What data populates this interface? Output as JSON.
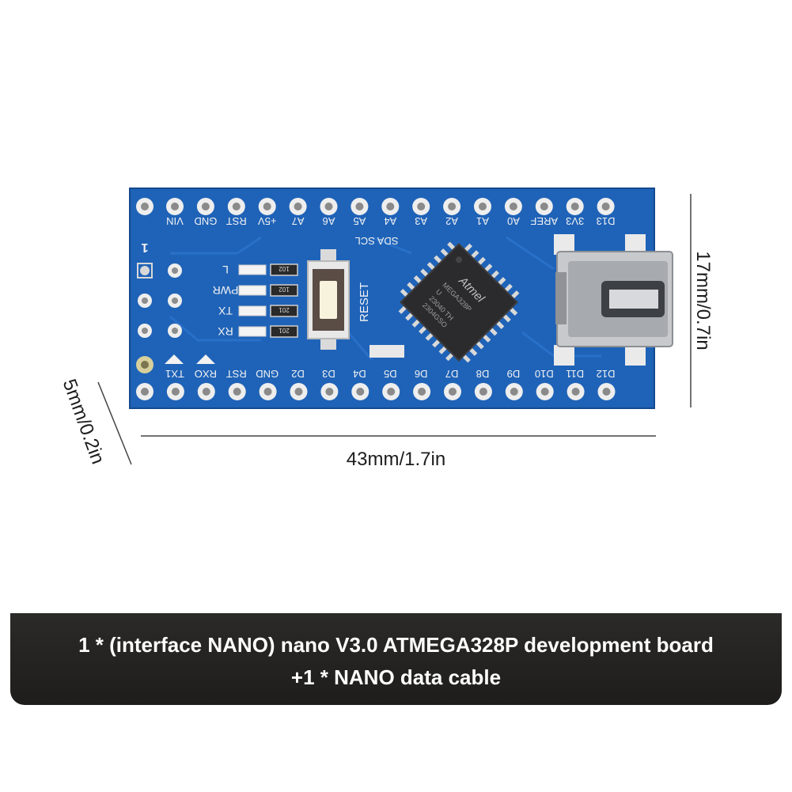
{
  "board": {
    "top_pins": [
      "VIN",
      "GND",
      "RST",
      "+5V",
      "A7",
      "A6",
      "A5",
      "A4",
      "A3",
      "A2",
      "A1",
      "A0",
      "AREF",
      "3V3",
      "D13"
    ],
    "bottom_pins": [
      "TX1",
      "RXO",
      "RST",
      "GND",
      "D2",
      "D3",
      "D4",
      "D5",
      "D6",
      "D7",
      "D8",
      "D9",
      "D10",
      "D11",
      "D12"
    ],
    "i2c_label": "SDA SCL",
    "pin1_marker": "1",
    "leds": [
      "L",
      "PWR",
      "TX",
      "RX"
    ],
    "resistors": [
      "102",
      "102",
      "201",
      "201"
    ],
    "reset_label": "RESET",
    "chip": {
      "brand": "Atmel",
      "lines": [
        "MEGA328P",
        "U",
        "23040 TH",
        "2304GSO"
      ]
    }
  },
  "dimensions": {
    "length": "43mm/1.7in",
    "width": "17mm/0.7in",
    "thickness": "5mm/0.2in"
  },
  "caption": {
    "line1": "1 * (interface NANO) nano V3.0 ATMEGA328P development board",
    "line2": "+1 * NANO data cable"
  },
  "colors": {
    "pcb": "#1f63b8",
    "pcb_dark": "#17529e",
    "pad": "#f2f2f2",
    "banner": "#2b2a28"
  }
}
